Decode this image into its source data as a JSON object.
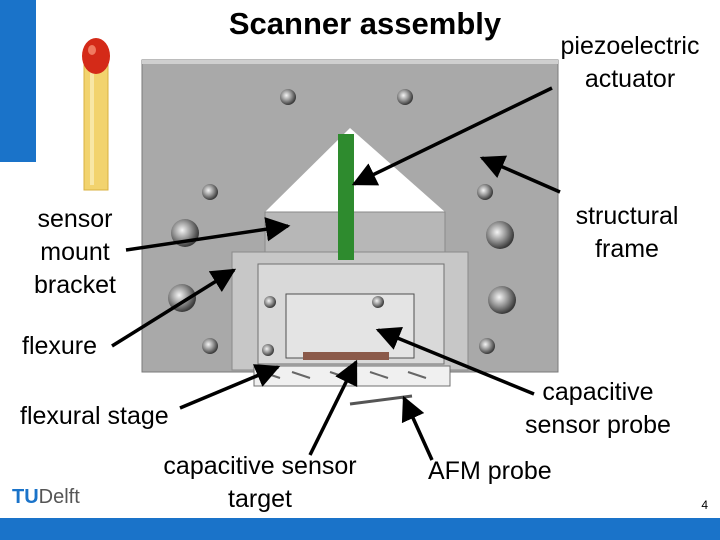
{
  "title": "Scanner assembly",
  "labels": {
    "piezo": [
      "piezoelectric",
      "actuator"
    ],
    "structural": [
      "structural",
      "frame"
    ],
    "sensor_mount": [
      "sensor",
      "mount",
      "bracket"
    ],
    "flexure": "flexure",
    "flexural_stage": "flexural stage",
    "cap_probe": [
      "capacitive",
      "sensor probe"
    ],
    "cap_target": [
      "capacitive sensor",
      "target"
    ],
    "afm": "AFM probe"
  },
  "footer": {
    "logo_tu": "TU",
    "logo_delft": "Delft",
    "page_number": "4"
  },
  "colors": {
    "accent": "#1a73c9",
    "frame": "#a9a9a9",
    "piezo": "#2e8b2e",
    "target": "#8b5a4a"
  }
}
